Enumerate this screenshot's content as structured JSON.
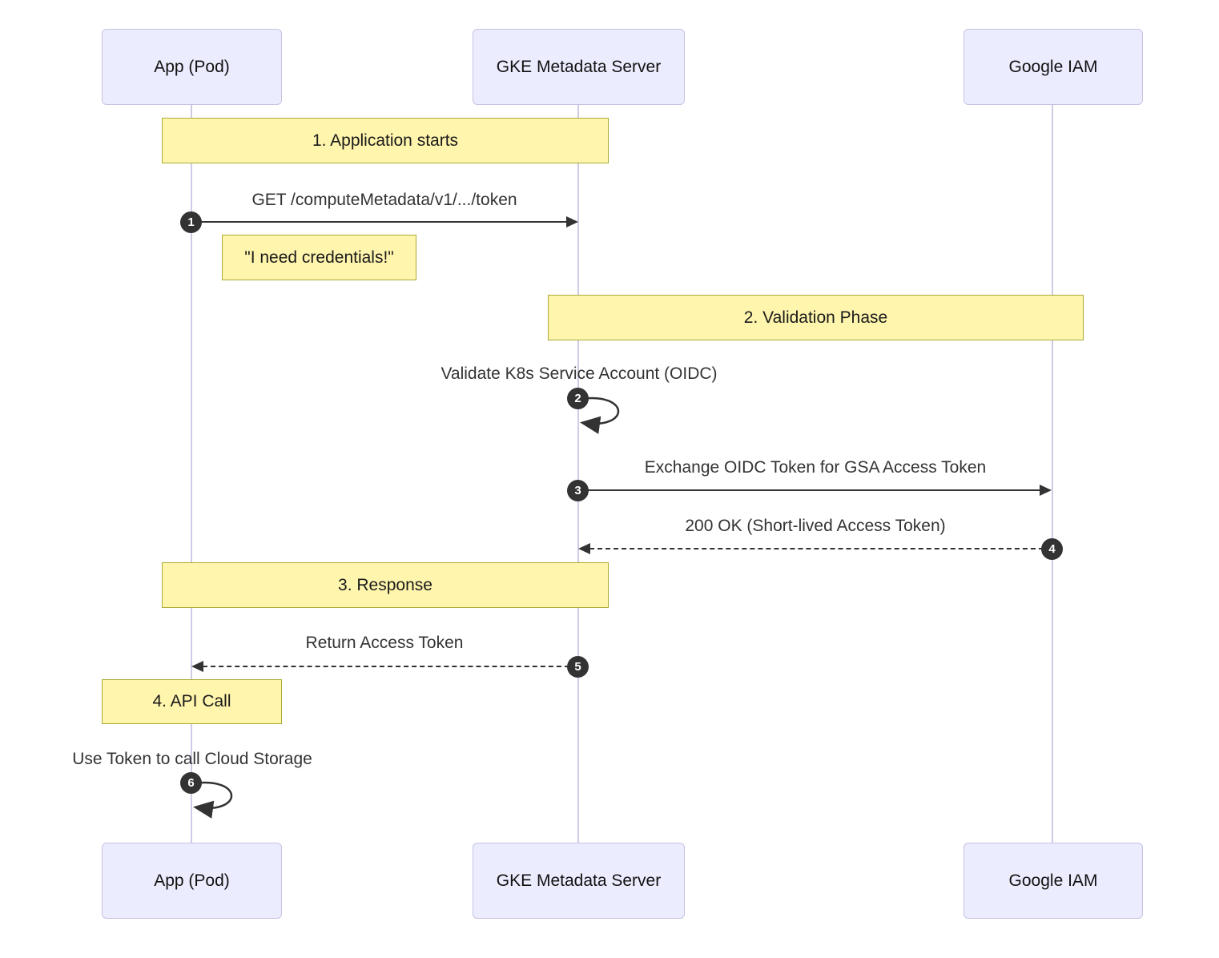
{
  "actors": [
    {
      "label": "App (Pod)"
    },
    {
      "label": "GKE Metadata Server"
    },
    {
      "label": "Google IAM"
    }
  ],
  "phases": [
    {
      "label": "1. Application starts"
    },
    {
      "label": "2. Validation Phase"
    },
    {
      "label": "3. Response"
    },
    {
      "label": "4. API Call"
    }
  ],
  "note": {
    "text": "\"I need credentials!\""
  },
  "messages": [
    {
      "num": "1",
      "label": "GET /computeMetadata/v1/.../token",
      "type": "solid",
      "from": "App (Pod)",
      "to": "GKE Metadata Server"
    },
    {
      "num": "2",
      "label": "Validate K8s Service Account (OIDC)",
      "type": "self",
      "from": "GKE Metadata Server",
      "to": "GKE Metadata Server"
    },
    {
      "num": "3",
      "label": "Exchange OIDC Token for GSA Access Token",
      "type": "solid",
      "from": "GKE Metadata Server",
      "to": "Google IAM"
    },
    {
      "num": "4",
      "label": "200 OK (Short-lived Access Token)",
      "type": "dashed",
      "from": "Google IAM",
      "to": "GKE Metadata Server"
    },
    {
      "num": "5",
      "label": "Return Access Token",
      "type": "dashed",
      "from": "GKE Metadata Server",
      "to": "App (Pod)"
    },
    {
      "num": "6",
      "label": "Use Token to call Cloud Storage",
      "type": "self",
      "from": "App (Pod)",
      "to": "App (Pod)"
    }
  ],
  "colors": {
    "actor_fill": "#ECECFF",
    "actor_border": "#c6c2e0",
    "phase_fill": "#FFF5AD",
    "phase_border": "#AAAA33",
    "lifeline": "#d0cae4",
    "arrow": "#333333",
    "text": "#333333",
    "number_badge": "#333333"
  }
}
